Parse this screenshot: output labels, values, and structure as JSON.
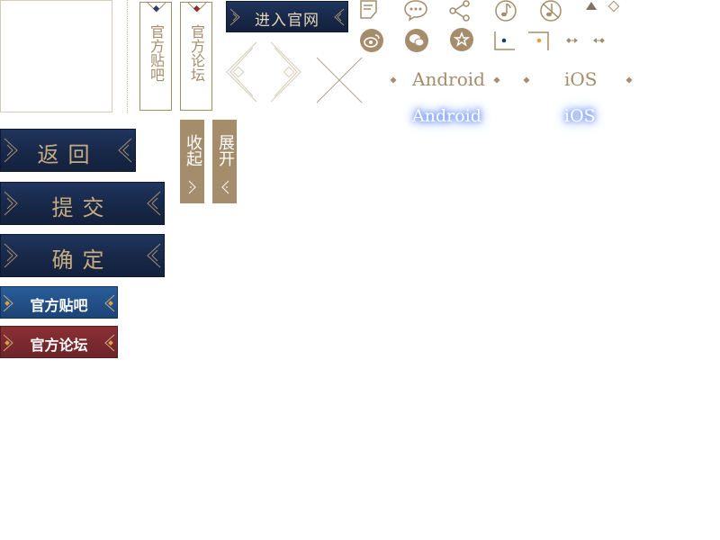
{
  "buttons": {
    "enter_official": "进入官网",
    "back": "返回",
    "submit": "提交",
    "confirm": "确定",
    "official_tieba": "官方贴吧",
    "official_forum": "官方论坛"
  },
  "vertical_tabs": {
    "tieba": "官方贴吧",
    "forum": "官方论坛",
    "collapse": "收起",
    "expand": "展开"
  },
  "platforms": {
    "android": "Android",
    "ios": "iOS",
    "android_active": "Android",
    "ios_active": "iOS"
  },
  "colors": {
    "gold": "#a58d6b",
    "navy": "#172848",
    "blue": "#1f4f86",
    "maroon": "#7a2a2e",
    "glow": "#4f7cff"
  },
  "icons": [
    "note-icon",
    "chat-bubble-icon",
    "share-icon",
    "music-icon",
    "music-off-icon",
    "triangle-up-icon",
    "diamond-outline-icon",
    "weibo-icon",
    "wechat-icon",
    "favorite-star-icon",
    "corner-bracket-left-icon",
    "corner-bracket-right-icon",
    "arrow-right-icon",
    "arrow-left-icon"
  ]
}
